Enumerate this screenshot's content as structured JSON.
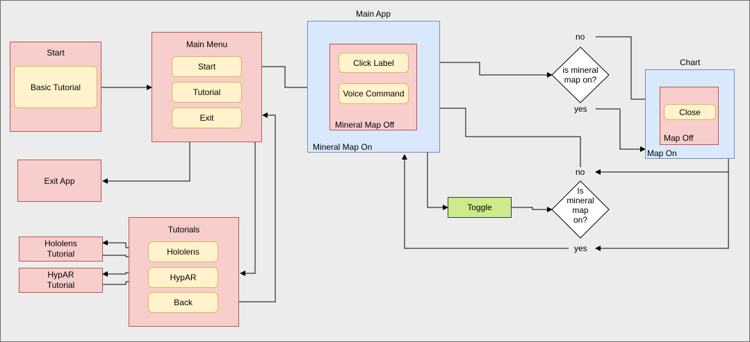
{
  "start": {
    "title": "Start",
    "basic_tutorial": "Basic Tutorial"
  },
  "main_menu": {
    "title": "Main Menu",
    "start": "Start",
    "tutorial": "Tutorial",
    "exit": "Exit"
  },
  "exit_app": "Exit App",
  "tutorials": {
    "title": "Tutorials",
    "hololens": "Hololens",
    "hypar": "HypAR",
    "back": "Back",
    "hololens_tutorial": "Hololens\nTutorial",
    "hypar_tutorial": "HypAR\nTutorial"
  },
  "main_app": {
    "title": "Main App",
    "click_label": "Click Label",
    "voice_command": "Voice Command",
    "mineral_map_off": "Mineral Map Off",
    "mineral_map_on": "Mineral Map On"
  },
  "toggle": "Toggle",
  "decision_top": {
    "text": "is mineral\nmap on?",
    "no": "no",
    "yes": "yes"
  },
  "decision_bottom": {
    "text": "Is\nmineral\nmap\non?",
    "no": "no",
    "yes": "yes"
  },
  "chart": {
    "title": "Chart",
    "close": "Close",
    "map_off": "Map Off",
    "map_on": "Map On"
  },
  "colors": {
    "container_fill": "#f8cecc",
    "container_stroke": "#b85450",
    "button_fill": "#fff2cc",
    "button_stroke": "#d6b656",
    "app_fill": "#dae8fc",
    "app_stroke": "#6c8ebf",
    "toggle_fill": "#cdeb8b"
  }
}
